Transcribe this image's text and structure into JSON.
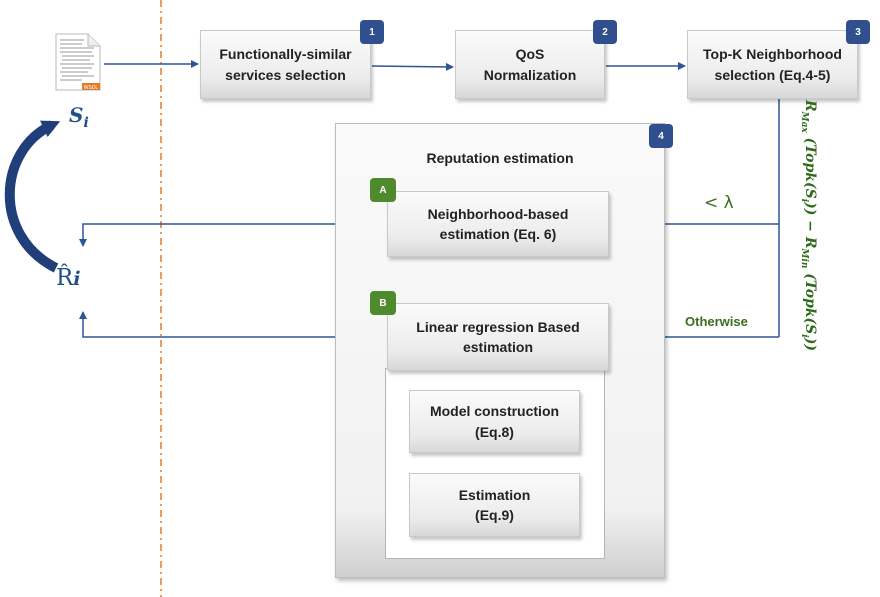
{
  "diagram": {
    "steps": [
      {
        "number": "1",
        "label": "Functionally-similar\nservices selection"
      },
      {
        "number": "2",
        "label": "QoS\nNormalization"
      },
      {
        "number": "3",
        "label": "Top-K Neighborhood\nselection (Eq.4-5)"
      }
    ],
    "reputation": {
      "number": "4",
      "title": "Reputation estimation",
      "neighborhood": {
        "badge": "A",
        "label": "Neighborhood-based\nestimation (Eq. 6)"
      },
      "regression": {
        "badge": "B",
        "label": "Linear regression Based\nestimation"
      },
      "model_construction": "Model construction\n(Eq.8)",
      "estimation": "Estimation\n(Eq.9)"
    },
    "conditions": {
      "lambda": "< λ",
      "otherwise": "Otherwise",
      "formula": "R_Max (Topk(S_i)) − R_Min (Topk(S_i))",
      "formula_parts": {
        "r1": "R",
        "max": "Max",
        "top1": " (Topk(S",
        "i1": "i",
        "close1": ")) − ",
        "r2": "R",
        "min": "Min",
        "top2": " (Topk(S",
        "i2": "i",
        "close2": "))"
      }
    },
    "labels": {
      "service": "S",
      "service_sub": "i",
      "reputation": "R̂",
      "reputation_sub": "i"
    },
    "document_icon": {
      "name": "document-icon",
      "footer_text": "WSDL"
    },
    "colors": {
      "arrow": "#2f5597",
      "accent_green": "#4f8a2e",
      "badge_blue": "#2f4f8f",
      "divider": "#e07b2a"
    }
  }
}
